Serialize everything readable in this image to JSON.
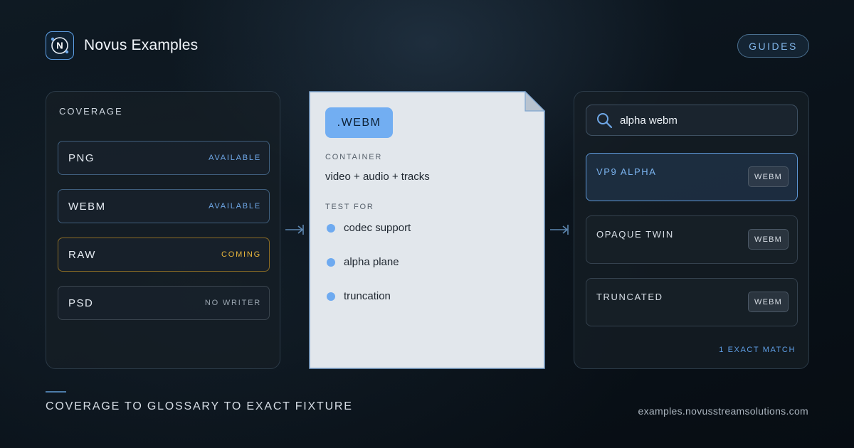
{
  "header": {
    "logo_letter": "N",
    "brand": "Novus Examples",
    "guides_label": "GUIDES"
  },
  "coverage": {
    "title": "COVERAGE",
    "rows": [
      {
        "format": "PNG",
        "status": "AVAILABLE",
        "status_color": "#6fa8e8"
      },
      {
        "format": "WEBM",
        "status": "AVAILABLE",
        "status_color": "#6fa8e8"
      },
      {
        "format": "RAW",
        "status": "COMING",
        "status_color": "#e7b53c"
      },
      {
        "format": "PSD",
        "status": "NO WRITER",
        "status_color": "#9aa5b0"
      }
    ]
  },
  "glossary": {
    "extension": ".WEBM",
    "container_label": "CONTAINER",
    "container_value": "video + audio + tracks",
    "test_label": "TEST FOR",
    "tests": [
      "codec support",
      "alpha plane",
      "truncation"
    ]
  },
  "fixtures": {
    "search_icon": "search-icon",
    "query": "alpha webm",
    "results": [
      {
        "name": "VP9 ALPHA",
        "tag": "WEBM",
        "selected": true
      },
      {
        "name": "OPAQUE TWIN",
        "tag": "WEBM",
        "selected": false
      },
      {
        "name": "TRUNCATED",
        "tag": "WEBM",
        "selected": false
      }
    ],
    "match_count": "1 EXACT MATCH"
  },
  "footer": {
    "tagline": "COVERAGE TO GLOSSARY TO EXACT FIXTURE",
    "site": "examples.novusstreamsolutions.com"
  },
  "colors": {
    "accent": "#72aef2",
    "available": "#6fa8e8",
    "coming": "#e7b53c",
    "background": "#0b141c"
  }
}
